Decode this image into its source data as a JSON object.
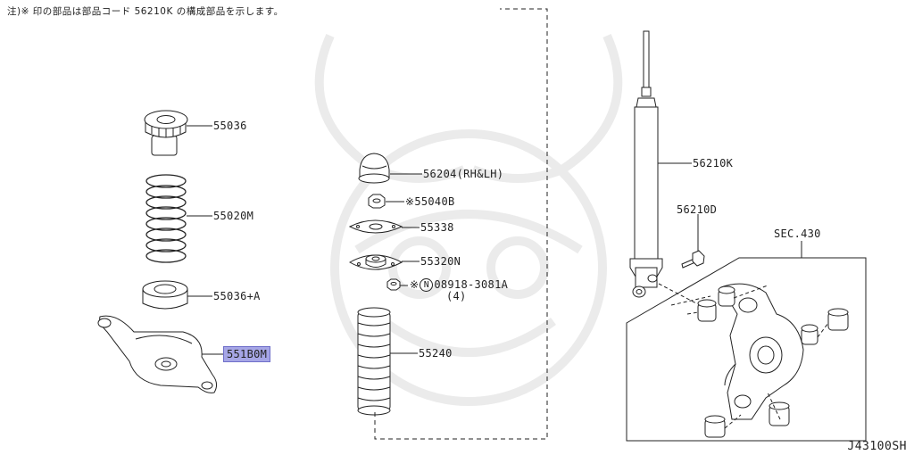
{
  "note": "注)※ 印の部品は部品コード 56210K の構成部品を示します。",
  "diagram_code": "J43100SH",
  "parts": {
    "p55036": "55036",
    "p55020m": "55020M",
    "p55036a": "55036+A",
    "p551b0m": "551B0M",
    "p56204": "56204(RH&LH)",
    "p55040b": "※55040B",
    "p55338": "55338",
    "p55320n": "55320N",
    "p08918_prefix": "※",
    "p08918_circle": "N",
    "p08918": "08918-3081A",
    "p08918_qty": "(4)",
    "p55240": "55240",
    "p56210k": "56210K",
    "p56210d": "56210D",
    "sec430": "SEC.430"
  },
  "colors": {
    "line": "#222222",
    "highlight": "#a6a6e6",
    "watermark": "#ececec"
  }
}
